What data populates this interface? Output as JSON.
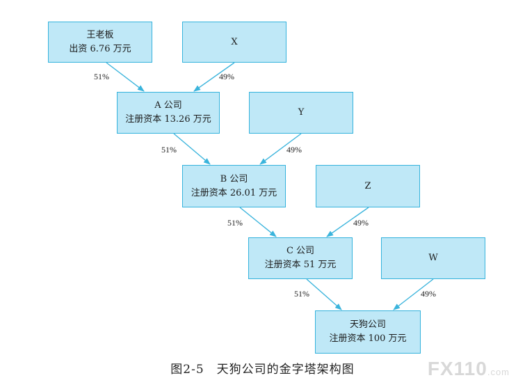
{
  "nodes": {
    "wang": {
      "line1": "王老板",
      "line2": "出资 6.76 万元"
    },
    "x": {
      "line1": "X"
    },
    "a": {
      "line1": "A 公司",
      "line2": "注册资本 13.26 万元"
    },
    "y": {
      "line1": "Y"
    },
    "b": {
      "line1": "B 公司",
      "line2": "注册资本 26.01 万元"
    },
    "z": {
      "line1": "Z"
    },
    "c": {
      "line1": "C 公司",
      "line2": "注册资本 51 万元"
    },
    "w": {
      "line1": "W"
    },
    "tmall": {
      "line1": "天狗公司",
      "line2": "注册资本 100 万元"
    }
  },
  "edges": [
    {
      "from": "wang",
      "to": "a",
      "label": "51%"
    },
    {
      "from": "x",
      "to": "a",
      "label": "49%"
    },
    {
      "from": "a",
      "to": "b",
      "label": "51%"
    },
    {
      "from": "y",
      "to": "b",
      "label": "49%"
    },
    {
      "from": "b",
      "to": "c",
      "label": "51%"
    },
    {
      "from": "z",
      "to": "c",
      "label": "49%"
    },
    {
      "from": "c",
      "to": "tmall",
      "label": "51%"
    },
    {
      "from": "w",
      "to": "tmall",
      "label": "49%"
    }
  ],
  "caption": "图2-5　天狗公司的金字塔架构图",
  "watermark": {
    "brand": "FX110",
    "suffix": ".com"
  },
  "colors": {
    "box_fill": "#bfe8f7",
    "box_border": "#33b2dc",
    "arrow": "#3ab4dc"
  }
}
